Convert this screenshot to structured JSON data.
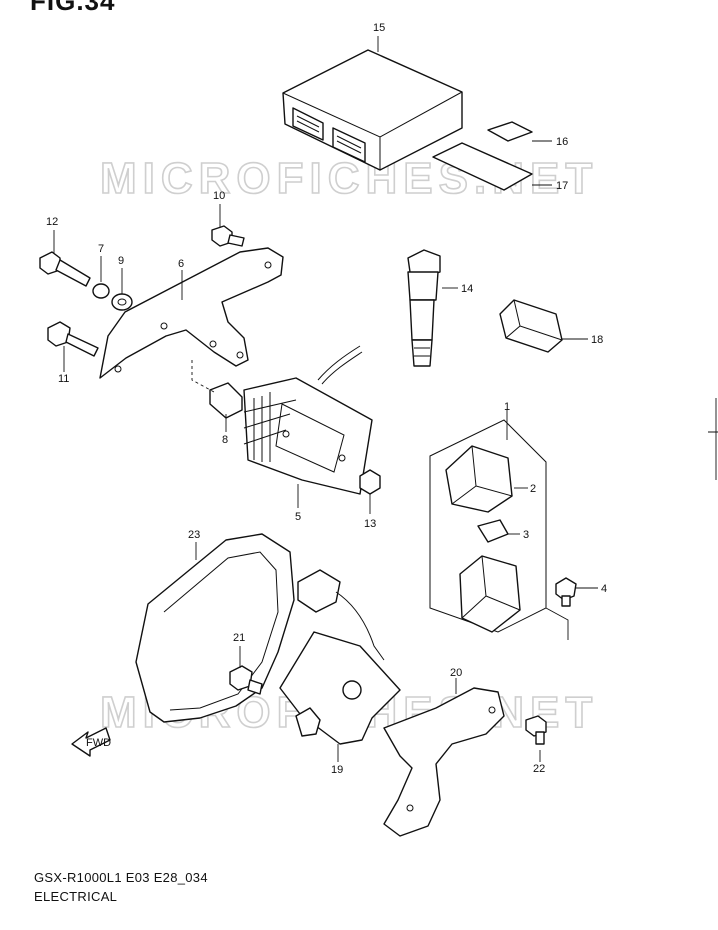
{
  "figure_title": "FIG.34",
  "diagram_code": "GSX-R1000L1 E03 E28_034",
  "section": "ELECTRICAL",
  "watermark": "MICROFICHES.NET",
  "direction_label": "FWD",
  "parts": [
    {
      "ref": "1",
      "icon": "fuse-box-assembly-icon"
    },
    {
      "ref": "2",
      "icon": "fuse-box-cover-icon"
    },
    {
      "ref": "3",
      "icon": "fuse-icon"
    },
    {
      "ref": "4",
      "icon": "bolt-icon"
    },
    {
      "ref": "5",
      "icon": "regulator-rectifier-icon"
    },
    {
      "ref": "6",
      "icon": "bracket-icon"
    },
    {
      "ref": "7",
      "icon": "washer-icon"
    },
    {
      "ref": "8",
      "icon": "spacer-icon"
    },
    {
      "ref": "9",
      "icon": "cushion-icon"
    },
    {
      "ref": "10",
      "icon": "bolt-icon"
    },
    {
      "ref": "11",
      "icon": "bolt-icon"
    },
    {
      "ref": "12",
      "icon": "bolt-icon"
    },
    {
      "ref": "13",
      "icon": "nut-icon"
    },
    {
      "ref": "14",
      "icon": "ignition-coil-icon"
    },
    {
      "ref": "15",
      "icon": "ecm-icon"
    },
    {
      "ref": "16",
      "icon": "cushion-pad-icon"
    },
    {
      "ref": "17",
      "icon": "cushion-pad-icon"
    },
    {
      "ref": "18",
      "icon": "connector-icon"
    },
    {
      "ref": "19",
      "icon": "sensor-icon"
    },
    {
      "ref": "20",
      "icon": "bracket-icon"
    },
    {
      "ref": "21",
      "icon": "bolt-icon"
    },
    {
      "ref": "22",
      "icon": "bolt-icon"
    },
    {
      "ref": "23",
      "icon": "cover-icon"
    }
  ]
}
